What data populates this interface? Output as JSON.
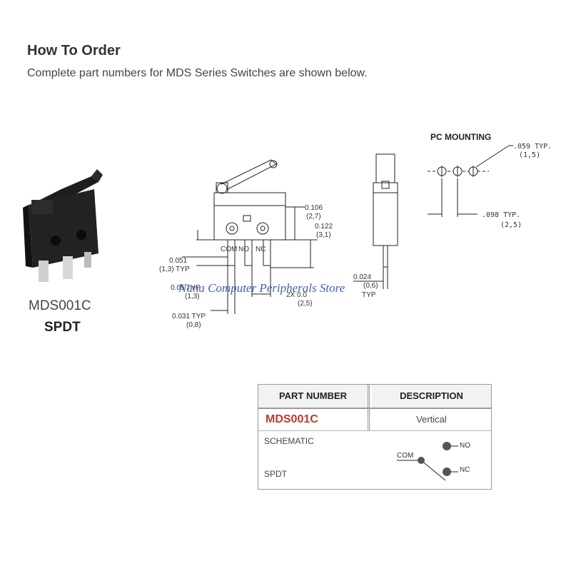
{
  "header": {
    "title": "How To Order",
    "subtitle": "Complete part numbers for MDS Series Switches are shown below."
  },
  "product": {
    "model": "MDS001C",
    "type": "SPDT"
  },
  "drawing": {
    "pin_labels": [
      "COM",
      "NO",
      "NC"
    ],
    "dim_0106": "0.106",
    "dim_0106_mm": "(2,7)",
    "dim_0122": "0.122",
    "dim_0122_mm": "(3,1)",
    "dim_0051": "0.051",
    "dim_0051_mm": "(1,3) TYP",
    "dim_005_partial": "0.05 TYP",
    "dim_005_mm": "(1,3)",
    "dim_0031": "0.031 TYP",
    "dim_0031_mm": "(0,8)",
    "dim_2x": "2X 0.0",
    "dim_2x_mm": "(2,5)",
    "dim_0024": "0.024",
    "dim_0024_mm": "(0,6)",
    "dim_0024_typ": "TYP",
    "pc_mounting_title": "PC MOUNTING",
    "pc_059": ".059 TYP.",
    "pc_059_mm": "(1,5)",
    "pc_098": ".098 TYP.",
    "pc_098_mm": "(2,5)"
  },
  "watermark": "Nana Computer Peripherals Store",
  "table": {
    "headers": [
      "PART NUMBER",
      "DESCRIPTION"
    ],
    "part_number": "MDS001C",
    "description": "Vertical",
    "schematic_label": "SCHEMATIC",
    "schematic_type": "SPDT",
    "terminals": [
      "COM",
      "NO",
      "NC"
    ]
  },
  "colors": {
    "part_number_red": "#c0392b",
    "watermark_blue": "#3f5fb8"
  }
}
